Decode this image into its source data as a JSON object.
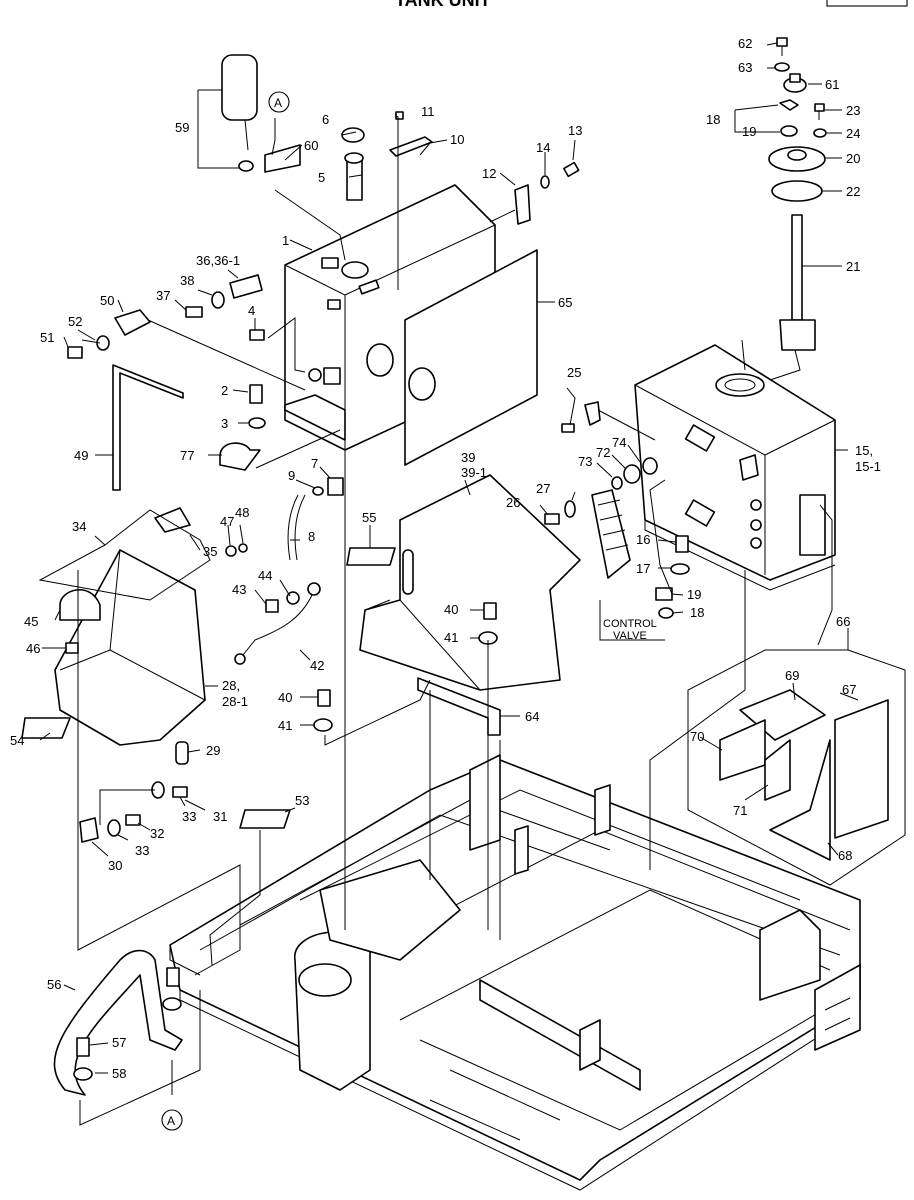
{
  "page": {
    "title": "TANK UNIT",
    "header_box": ""
  },
  "callouts": {
    "ref_a": "A",
    "control_valve_line1": "CONTROL",
    "control_valve_line2": "VALVE"
  },
  "labels": [
    {
      "id": "p62",
      "text": "62"
    },
    {
      "id": "p63",
      "text": "63"
    },
    {
      "id": "p61",
      "text": "61"
    },
    {
      "id": "p18a",
      "text": "18"
    },
    {
      "id": "p23",
      "text": "23"
    },
    {
      "id": "p19a",
      "text": "19"
    },
    {
      "id": "p24",
      "text": "24"
    },
    {
      "id": "p20",
      "text": "20"
    },
    {
      "id": "p22",
      "text": "22"
    },
    {
      "id": "p21",
      "text": "21"
    },
    {
      "id": "p59",
      "text": "59"
    },
    {
      "id": "p60",
      "text": "60"
    },
    {
      "id": "p6",
      "text": "6"
    },
    {
      "id": "p11",
      "text": "11"
    },
    {
      "id": "p10",
      "text": "10"
    },
    {
      "id": "p13",
      "text": "13"
    },
    {
      "id": "p14",
      "text": "14"
    },
    {
      "id": "p5",
      "text": "5"
    },
    {
      "id": "p12",
      "text": "12"
    },
    {
      "id": "p1",
      "text": "1"
    },
    {
      "id": "p36",
      "text": "36,36-1"
    },
    {
      "id": "p38",
      "text": "38"
    },
    {
      "id": "p37",
      "text": "37"
    },
    {
      "id": "p50",
      "text": "50"
    },
    {
      "id": "p4",
      "text": "4"
    },
    {
      "id": "p65",
      "text": "65"
    },
    {
      "id": "p52",
      "text": "52"
    },
    {
      "id": "p51",
      "text": "51"
    },
    {
      "id": "p25",
      "text": "25"
    },
    {
      "id": "p2",
      "text": "2"
    },
    {
      "id": "p3",
      "text": "3"
    },
    {
      "id": "p49",
      "text": "49"
    },
    {
      "id": "p77",
      "text": "77"
    },
    {
      "id": "p74",
      "text": "74"
    },
    {
      "id": "p72",
      "text": "72"
    },
    {
      "id": "p73",
      "text": "73"
    },
    {
      "id": "p15",
      "text": "15,"
    },
    {
      "id": "p15b",
      "text": "15-1"
    },
    {
      "id": "p9",
      "text": "9"
    },
    {
      "id": "p7",
      "text": "7"
    },
    {
      "id": "p39",
      "text": "39"
    },
    {
      "id": "p39b",
      "text": "39-1"
    },
    {
      "id": "p27",
      "text": "27"
    },
    {
      "id": "p26",
      "text": "26"
    },
    {
      "id": "p34",
      "text": "34"
    },
    {
      "id": "p47",
      "text": "47"
    },
    {
      "id": "p48",
      "text": "48"
    },
    {
      "id": "p8",
      "text": "8"
    },
    {
      "id": "p55",
      "text": "55"
    },
    {
      "id": "p35",
      "text": "35"
    },
    {
      "id": "p16",
      "text": "16"
    },
    {
      "id": "p17",
      "text": "17"
    },
    {
      "id": "p19b",
      "text": "19"
    },
    {
      "id": "p18b",
      "text": "18"
    },
    {
      "id": "p44",
      "text": "44"
    },
    {
      "id": "p43",
      "text": "43"
    },
    {
      "id": "p40a",
      "text": "40"
    },
    {
      "id": "p41a",
      "text": "41"
    },
    {
      "id": "p45",
      "text": "45"
    },
    {
      "id": "p46",
      "text": "46"
    },
    {
      "id": "p42",
      "text": "42"
    },
    {
      "id": "p66",
      "text": "66"
    },
    {
      "id": "p69",
      "text": "69"
    },
    {
      "id": "p67",
      "text": "67"
    },
    {
      "id": "p28",
      "text": "28,"
    },
    {
      "id": "p28b",
      "text": "28-1"
    },
    {
      "id": "p40b",
      "text": "40"
    },
    {
      "id": "p41b",
      "text": "41"
    },
    {
      "id": "p64",
      "text": "64"
    },
    {
      "id": "p54",
      "text": "54"
    },
    {
      "id": "p70",
      "text": "70"
    },
    {
      "id": "p29",
      "text": "29"
    },
    {
      "id": "p71",
      "text": "71"
    },
    {
      "id": "p53",
      "text": "53"
    },
    {
      "id": "p33a",
      "text": "33"
    },
    {
      "id": "p31",
      "text": "31"
    },
    {
      "id": "p32",
      "text": "32"
    },
    {
      "id": "p33b",
      "text": "33"
    },
    {
      "id": "p68",
      "text": "68"
    },
    {
      "id": "p30",
      "text": "30"
    },
    {
      "id": "p56",
      "text": "56"
    },
    {
      "id": "p57",
      "text": "57"
    },
    {
      "id": "p58",
      "text": "58"
    }
  ]
}
